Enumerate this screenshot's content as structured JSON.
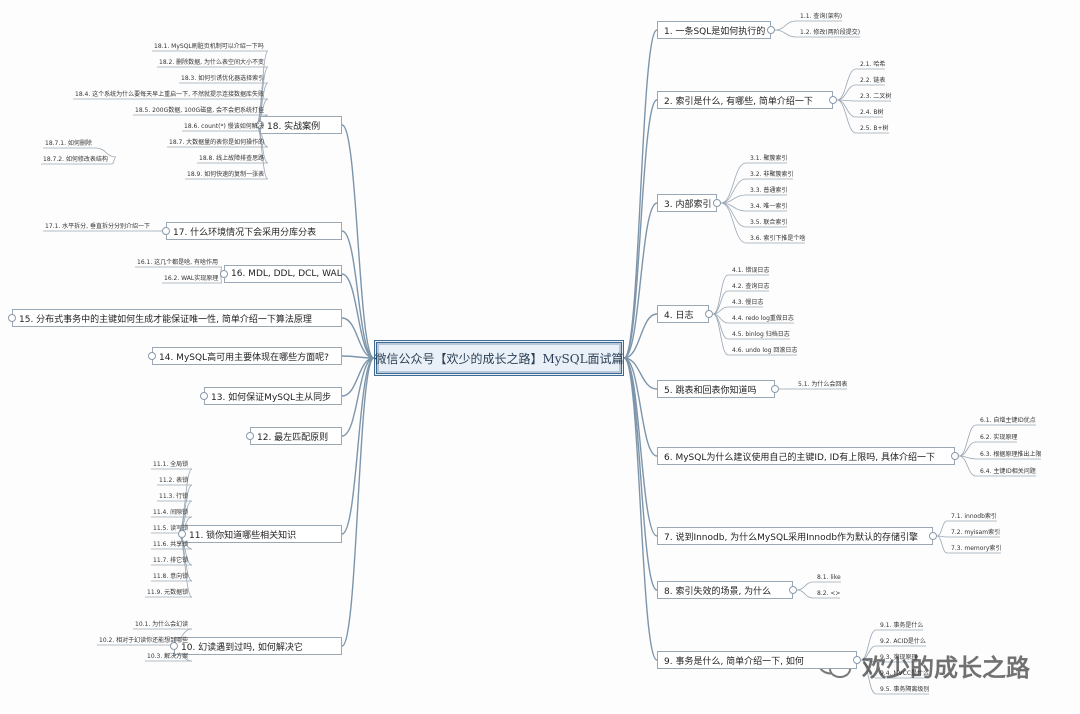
{
  "center": "微信公众号【欢少的成长之路】MySQL面试篇",
  "watermark": "欢少的成长之路",
  "right_topics": [
    {
      "label": "1. 一条SQL是如何执行的",
      "subs": [
        "1.1. 查询(架构)",
        "1.2. 修改(两阶段提交)"
      ]
    },
    {
      "label": "2. 索引是什么, 有哪些, 简单介绍一下",
      "subs": [
        "2.1. 哈希",
        "2.2. 链表",
        "2.3. 二叉树",
        "2.4. B树",
        "2.5. B+树"
      ]
    },
    {
      "label": "3. 内部索引",
      "subs": [
        "3.1. 聚簇索引",
        "3.2. 非聚簇索引",
        "3.3. 普通索引",
        "3.4. 唯一索引",
        "3.5. 联合索引",
        "3.6. 索引下推是个啥"
      ]
    },
    {
      "label": "4. 日志",
      "subs": [
        "4.1. 错误日志",
        "4.2. 查询日志",
        "4.3. 慢日志",
        "4.4. redo log重做日志",
        "4.5. binlog 归档日志",
        "4.6. undo log 回滚日志"
      ]
    },
    {
      "label": "5. 跳表和回表你知道吗",
      "subs": [
        "5.1. 为什么会回表"
      ]
    },
    {
      "label": "6. MySQL为什么建议使用自己的主键ID, ID有上限吗, 具体介绍一下",
      "subs": [
        "6.1. 自增主键ID优点",
        "6.2. 实现原理",
        "6.3. 根据原理推出上限",
        "6.4. 主键ID相关问题"
      ]
    },
    {
      "label": "7. 说到Innodb, 为什么MySQL采用Innodb作为默认的存储引擎",
      "subs": [
        "7.1. innodb索引",
        "7.2. myisam索引",
        "7.3. memory索引"
      ]
    },
    {
      "label": "8. 索引失效的场景, 为什么",
      "subs": [
        "8.1. like",
        "8.2. <>"
      ]
    },
    {
      "label": "9. 事务是什么, 简单介绍一下, 如何",
      "subs": [
        "9.1. 事务是什么",
        "9.2. ACID是什么",
        "9.3. 实现原理",
        "9.4. MVCC是什么",
        "9.5. 事务隔离级别"
      ]
    }
  ],
  "left_topics": [
    {
      "label": "18. 实战案例",
      "subs": [
        "18.1. MySQL刷脏页机制可以介绍一下吗",
        "18.2. 删除数据, 为什么表空间大小不变",
        "18.3. 如何引诱优化器选择索引",
        "18.4. 这个系统为什么要每天早上重启一下, 不然就提示连接数据库失败",
        "18.5. 200G数据, 100G磁盘, 会不会把系统打挂",
        "18.6. count(*) 慢该如何解决",
        "18.7. 大数据量的表你是如何操作的",
        "18.8. 线上故障排查思路",
        "18.9. 如何快速的复制一张表"
      ],
      "subsubs": [
        "18.7.1. 如何删除",
        "18.7.2. 如何修改表结构"
      ]
    },
    {
      "label": "17. 什么环境情况下会采用分库分表",
      "subs": [
        "17.1. 水平拆分, 垂直拆分分别介绍一下"
      ]
    },
    {
      "label": "16. MDL, DDL, DCL, WAL",
      "subs": [
        "16.1. 这几个都是啥, 有啥作用",
        "16.2. WAL实现原理"
      ]
    },
    {
      "label": "15. 分布式事务中的主键如何生成才能保证唯一性, 简单介绍一下算法原理",
      "subs": []
    },
    {
      "label": "14. MySQL高可用主要体现在哪些方面呢?",
      "subs": []
    },
    {
      "label": "13. 如何保证MySQL主从同步",
      "subs": []
    },
    {
      "label": "12. 最左匹配原则",
      "subs": []
    },
    {
      "label": "11. 锁你知道哪些相关知识",
      "subs": [
        "11.1. 全局锁",
        "11.2. 表锁",
        "11.3. 行锁",
        "11.4. 间隙锁",
        "11.5. 读写锁",
        "11.6. 共享锁",
        "11.7. 排它锁",
        "11.8. 意向锁",
        "11.9. 元数据锁"
      ]
    },
    {
      "label": "10. 幻读遇到过吗, 如何解决它",
      "subs": [
        "10.1. 为什么会幻读",
        "10.2. 相对于幻读你还能想到哪些",
        "10.3. 解决方案"
      ]
    }
  ]
}
